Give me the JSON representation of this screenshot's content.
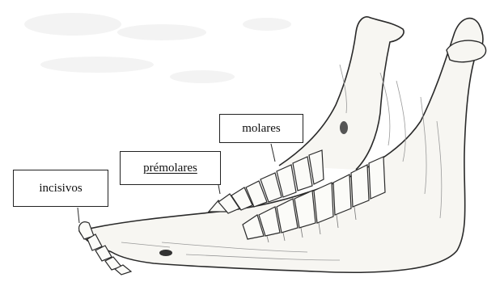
{
  "labels": {
    "molares": "molares",
    "premolares": "prémolares",
    "incisivos": "incisivos"
  },
  "colors": {
    "line": "#2a2a2a",
    "bone_fill": "#f7f6f2",
    "shade": "#cfcfcf",
    "background": "#ffffff"
  }
}
